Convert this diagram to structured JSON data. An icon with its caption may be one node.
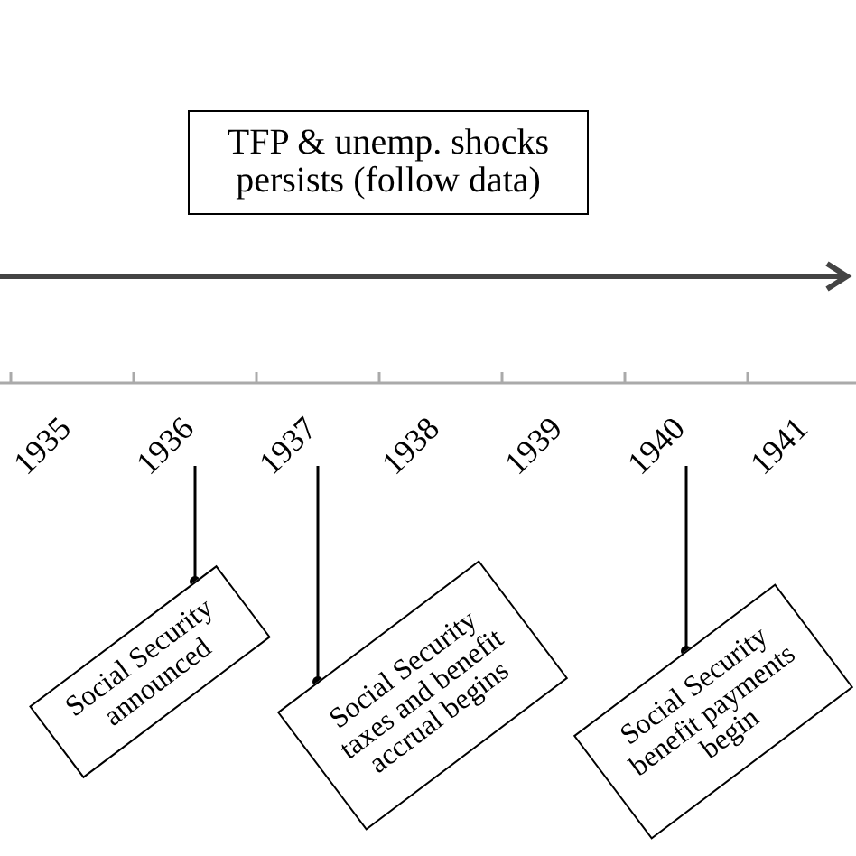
{
  "diagram": {
    "nodes": [
      {
        "text": [
          "TFP & unemp. shocks persists (follow data)"
        ]
      },
      {
        "text": [
          "1936"
        ]
      },
      {
        "text": [
          "Social Security announced"
        ]
      },
      {
        "text": [
          "1937"
        ]
      },
      {
        "text": [
          "Social Security taxes and benefit accrual begins"
        ]
      },
      {
        "text": [
          "1940"
        ]
      },
      {
        "text": [
          "Social Security benefit payments begin"
        ]
      }
    ],
    "edges": [
      {
        "from": 1,
        "to": 2,
        "arrow": "other"
      },
      {
        "from": 3,
        "to": 4,
        "arrow": "other"
      },
      {
        "from": 5,
        "to": 6,
        "arrow": "other"
      }
    ],
    "labels": [
      "1935",
      "1938",
      "1939",
      "1941"
    ]
  }
}
